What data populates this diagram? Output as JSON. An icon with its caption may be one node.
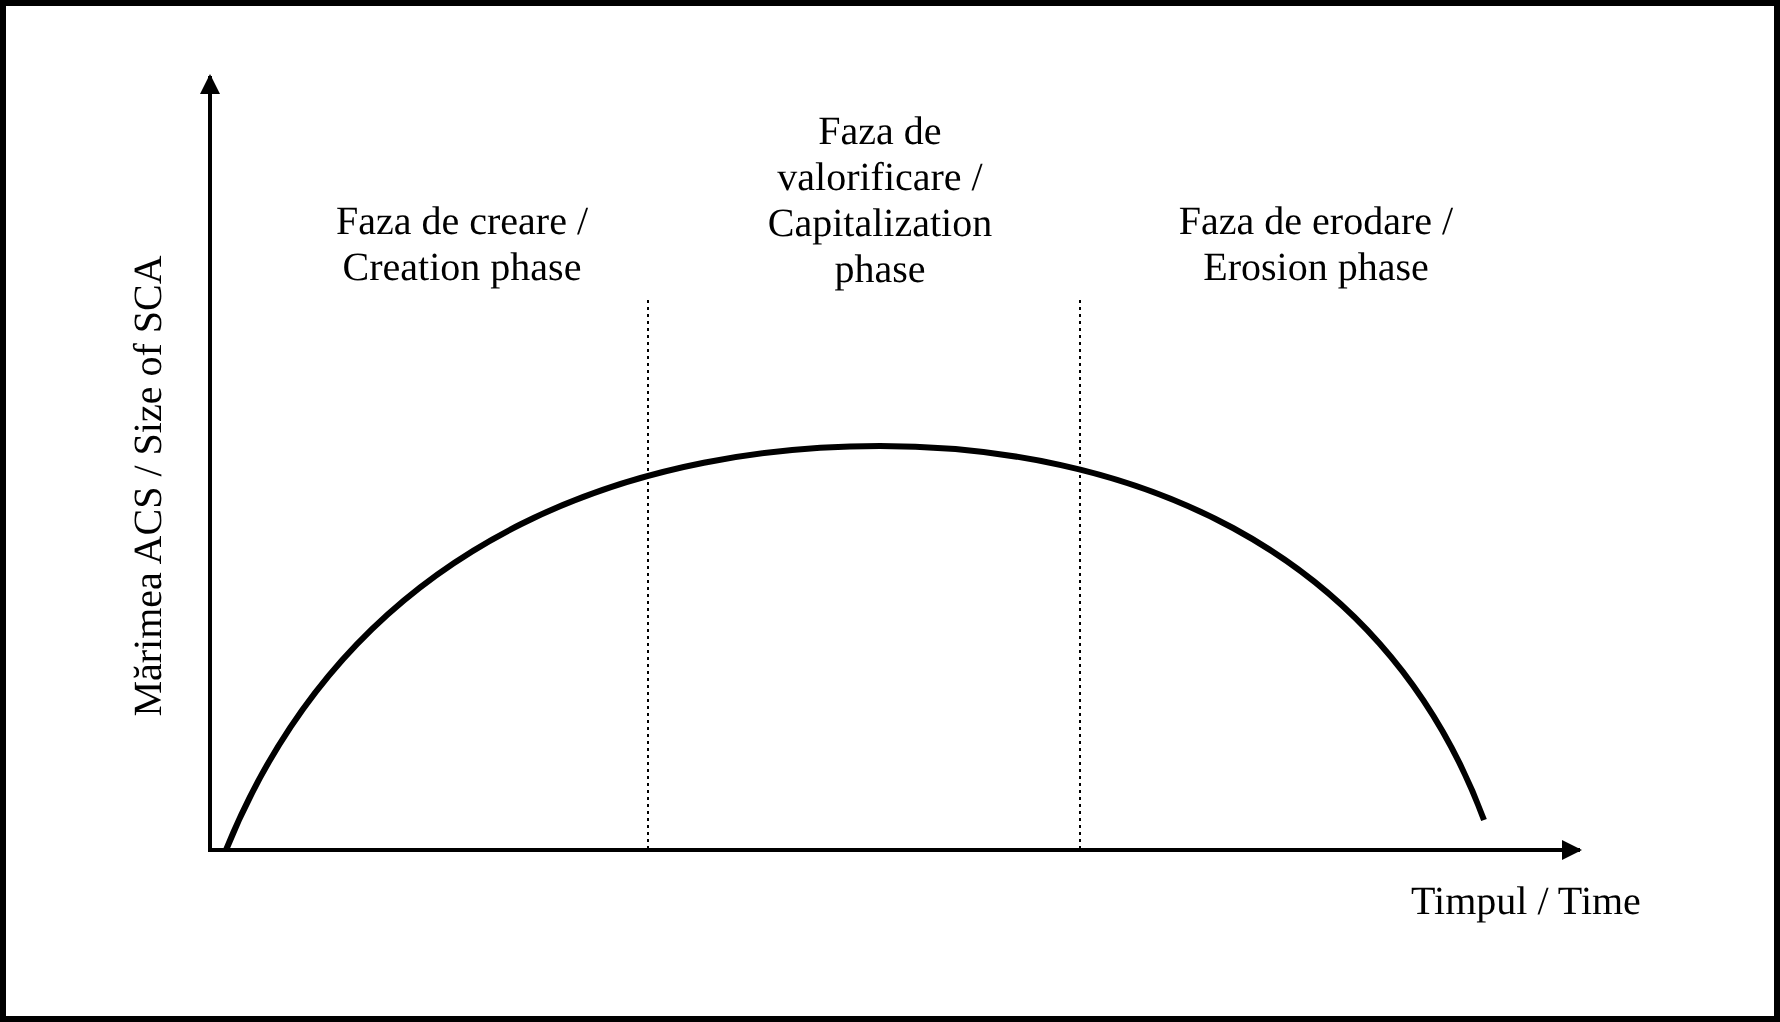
{
  "diagram": {
    "labels": [
      "Mărimea ACS / Size of SCA",
      "Faza de creare / Creation phase",
      "Faza de valorificare / Capitalization phase",
      "Faza de erodare / Erosion phase",
      "Timpul / Time"
    ]
  }
}
